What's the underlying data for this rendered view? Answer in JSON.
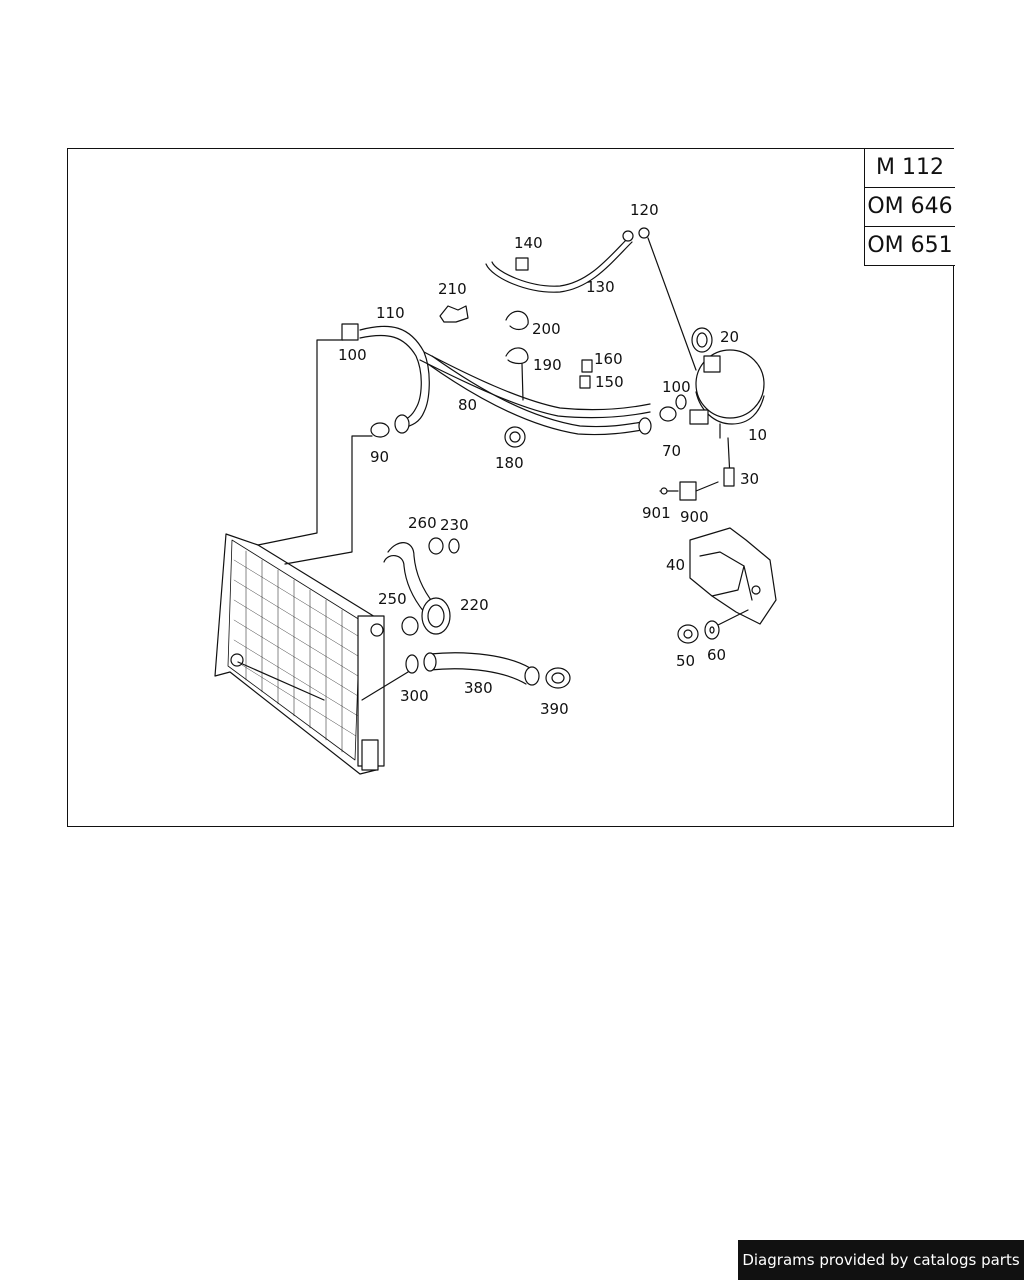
{
  "engine_codes": [
    "M 112",
    "OM 646",
    "OM 651"
  ],
  "callouts": [
    "10",
    "20",
    "30",
    "40",
    "50",
    "60",
    "70",
    "80",
    "90",
    "100",
    "100",
    "110",
    "120",
    "130",
    "140",
    "150",
    "160",
    "180",
    "190",
    "200",
    "210",
    "220",
    "230",
    "250",
    "260",
    "300",
    "380",
    "390",
    "900",
    "901"
  ],
  "footer": {
    "text": "Diagrams provided by catalogs parts"
  }
}
